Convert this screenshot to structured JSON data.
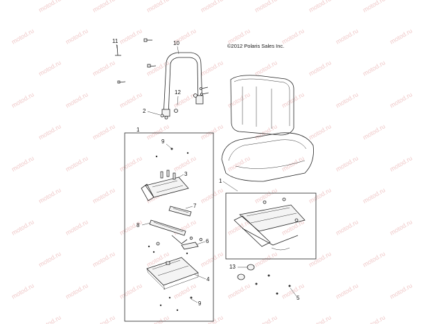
{
  "copyright": "©2012 Polaris Sales Inc.",
  "watermark": "motod.ru",
  "callouts": {
    "c1_left": "1",
    "c1_right": "1",
    "c2": "2",
    "c3": "3",
    "c4": "4",
    "c5": "5",
    "c6": "6",
    "c7": "7",
    "c8": "8",
    "c9_top": "9",
    "c9_bottom": "9",
    "c10": "10",
    "c11": "11",
    "c12": "12",
    "c13": "13"
  }
}
